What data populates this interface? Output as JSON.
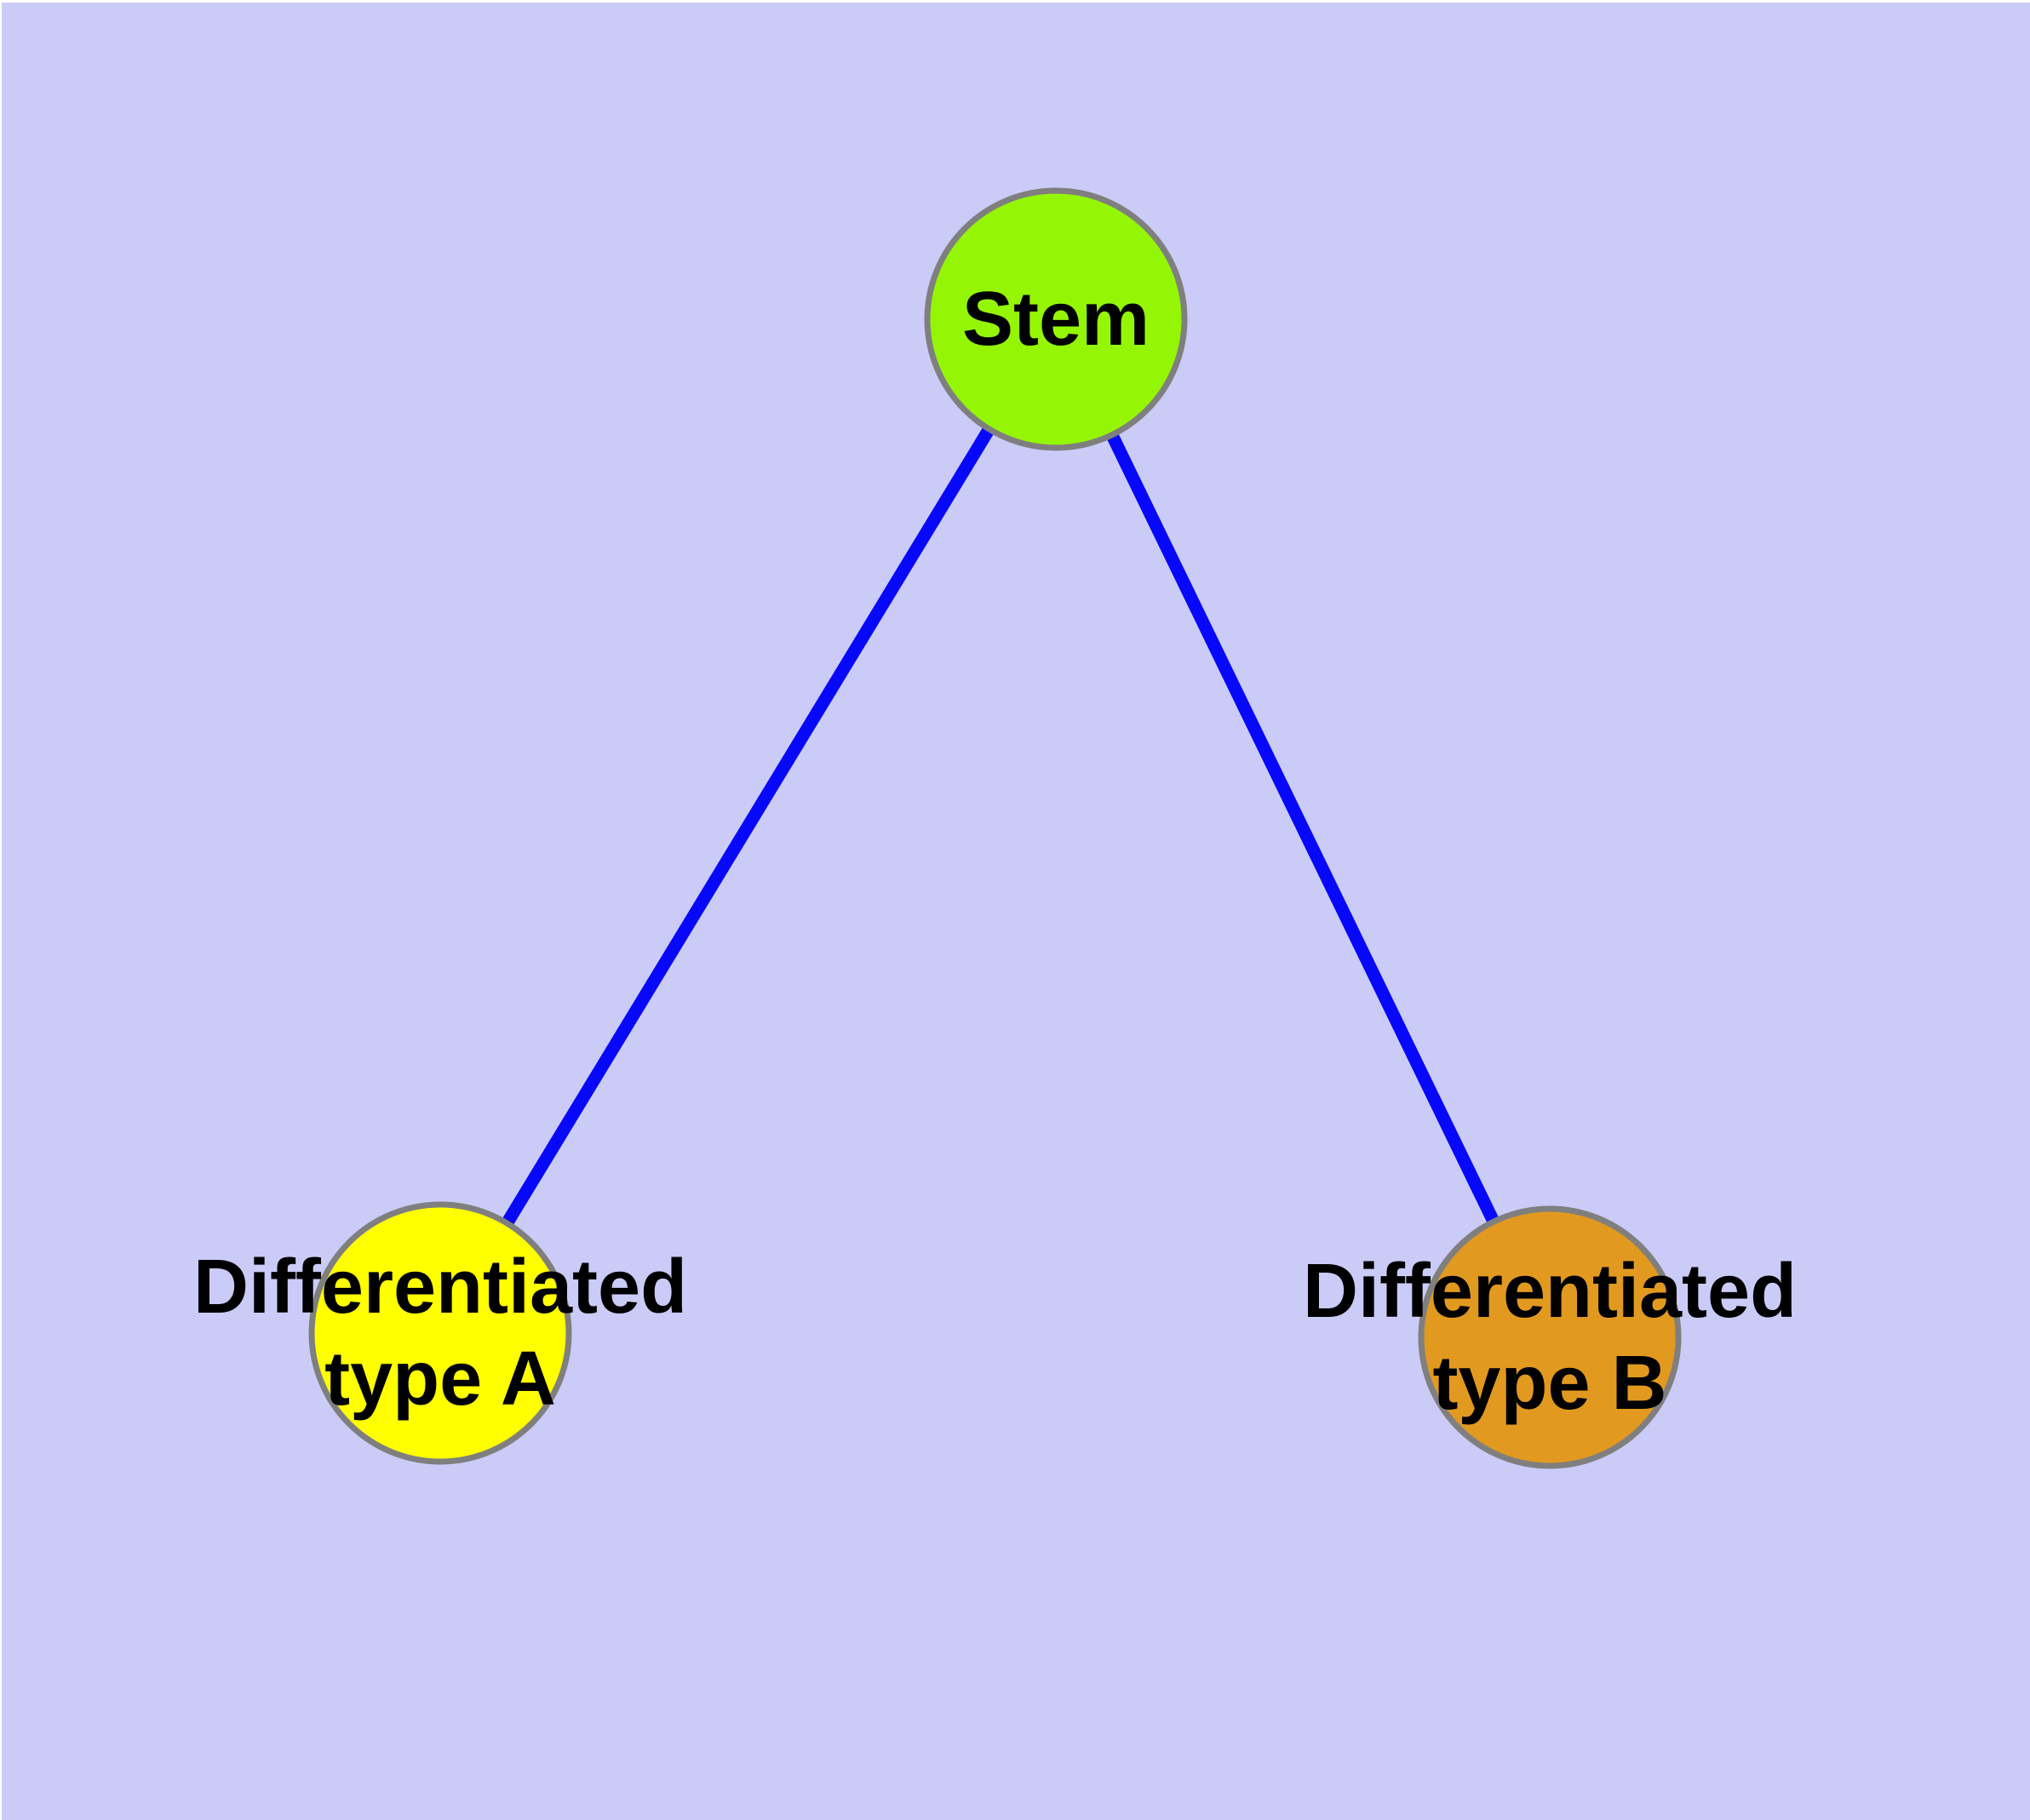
{
  "diagram": {
    "kind": "node-link-graph",
    "node_count": 3,
    "edge_count": 2
  },
  "nodes": [
    {
      "id": "stem",
      "label": "Stem",
      "fill": "#94F605",
      "border": "#7F7F7F"
    },
    {
      "id": "diff_a",
      "label": "Differentiated\ntype A",
      "fill": "#FFFF00",
      "border": "#7F7F7F"
    },
    {
      "id": "diff_b",
      "label": "Differentiated\ntype B",
      "fill": "#E2991F",
      "border": "#7F7F7F"
    }
  ],
  "edges": [
    {
      "from": "stem",
      "to": "diff_a",
      "color": "#0707FB"
    },
    {
      "from": "stem",
      "to": "diff_b",
      "color": "#0707FB"
    }
  ],
  "colors": {
    "background": "#CBCBF8",
    "label_text": "#000000",
    "node_border": "#7F7F7F",
    "edge": "#0707FB",
    "window_edge_highlight": "#FFFFFF"
  }
}
